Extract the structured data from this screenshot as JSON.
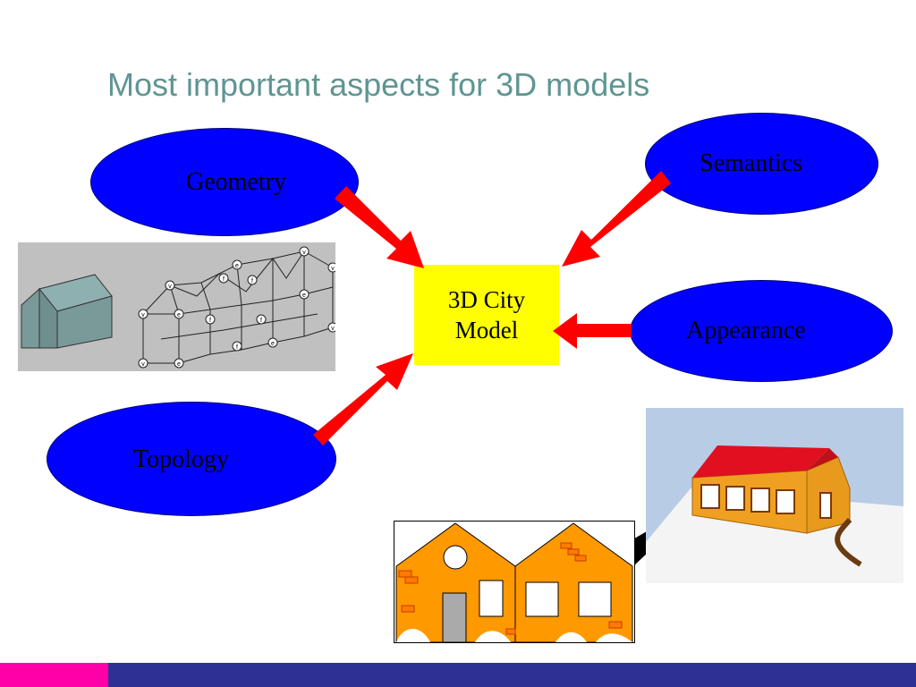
{
  "slide": {
    "title": "Most important aspects for 3D models"
  },
  "nodes": {
    "geometry": "Geometry",
    "semantics": "Semantics",
    "appearance": "Appearance",
    "topology": "Topology"
  },
  "core": {
    "line1": "3D City",
    "line2": "Model"
  },
  "colors": {
    "title": "#5f9593",
    "ellipse_fill": "#0000ff",
    "core_fill": "#ffff00",
    "arrow": "#ff0000",
    "image_arrow": "#000000",
    "footer_pink": "#ff00a8",
    "footer_blue": "#2e3192"
  },
  "graph_labels": {
    "vertex": "v",
    "edge": "e",
    "face": "f"
  }
}
